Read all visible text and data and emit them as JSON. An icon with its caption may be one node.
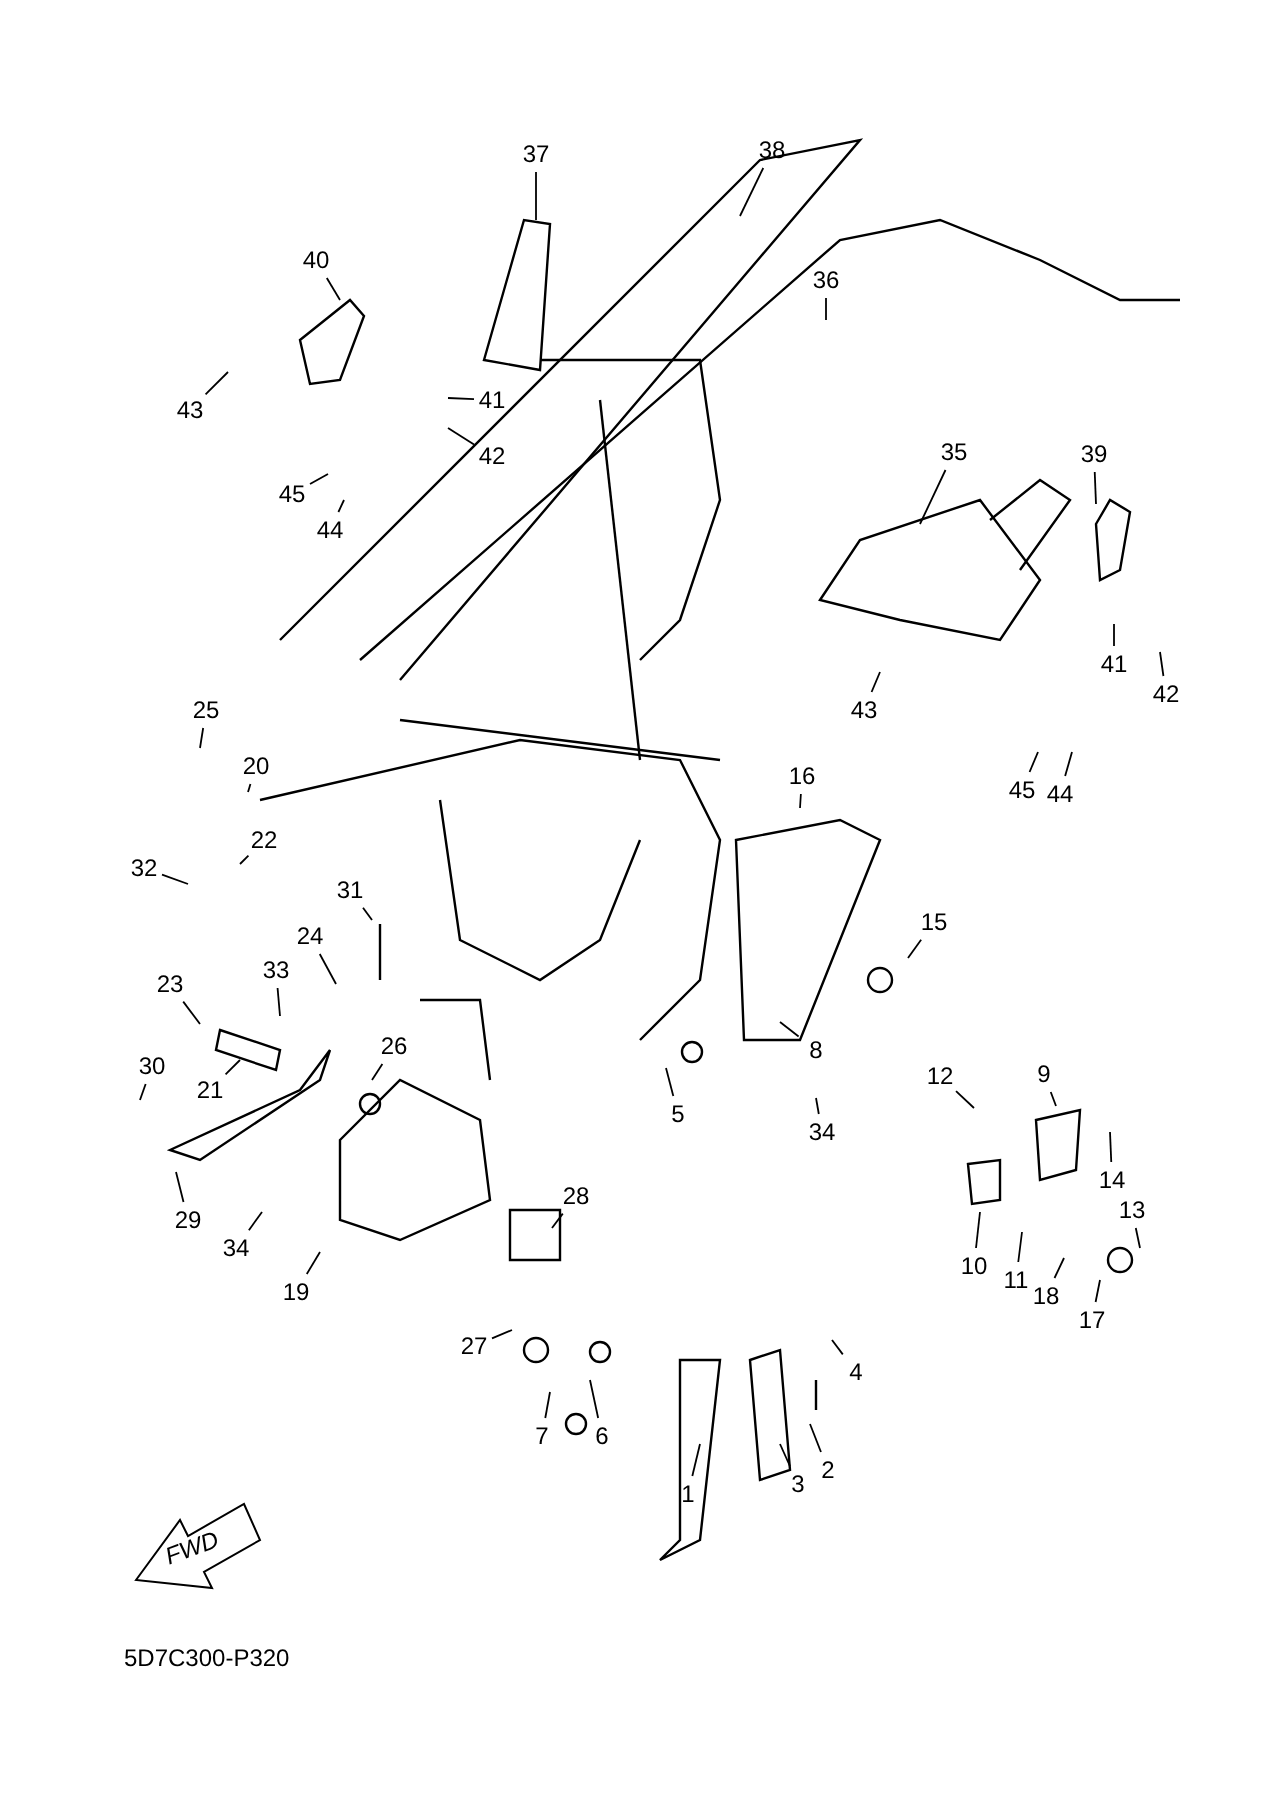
{
  "diagram": {
    "nodes": [
      {
        "text": [
          "37"
        ]
      },
      {
        "text": [
          "38"
        ]
      },
      {
        "text": [
          "40"
        ]
      },
      {
        "text": [
          "36"
        ]
      },
      {
        "text": [
          "43"
        ]
      },
      {
        "text": [
          "41"
        ]
      },
      {
        "text": [
          "42"
        ]
      },
      {
        "text": [
          "45"
        ]
      },
      {
        "text": [
          "44"
        ]
      },
      {
        "text": [
          "35"
        ]
      },
      {
        "text": [
          "39"
        ]
      },
      {
        "text": [
          "41"
        ]
      },
      {
        "text": [
          "42"
        ]
      },
      {
        "text": [
          "43"
        ]
      },
      {
        "text": [
          "45"
        ]
      },
      {
        "text": [
          "44"
        ]
      },
      {
        "text": [
          "25"
        ]
      },
      {
        "text": [
          "20"
        ]
      },
      {
        "text": [
          "22"
        ]
      },
      {
        "text": [
          "32"
        ]
      },
      {
        "text": [
          "31"
        ]
      },
      {
        "text": [
          "16"
        ]
      },
      {
        "text": [
          "15"
        ]
      },
      {
        "text": [
          "24"
        ]
      },
      {
        "text": [
          "33"
        ]
      },
      {
        "text": [
          "23"
        ]
      },
      {
        "text": [
          "12"
        ]
      },
      {
        "text": [
          "9"
        ]
      },
      {
        "text": [
          "26"
        ]
      },
      {
        "text": [
          "8"
        ]
      },
      {
        "text": [
          "21"
        ]
      },
      {
        "text": [
          "30"
        ]
      },
      {
        "text": [
          "5"
        ]
      },
      {
        "text": [
          "34"
        ]
      },
      {
        "text": [
          "14"
        ]
      },
      {
        "text": [
          "29"
        ]
      },
      {
        "text": [
          "13"
        ]
      },
      {
        "text": [
          "34"
        ]
      },
      {
        "text": [
          "28"
        ]
      },
      {
        "text": [
          "10"
        ]
      },
      {
        "text": [
          "11"
        ]
      },
      {
        "text": [
          "18"
        ]
      },
      {
        "text": [
          "17"
        ]
      },
      {
        "text": [
          "19"
        ]
      },
      {
        "text": [
          "27"
        ]
      },
      {
        "text": [
          "4"
        ]
      },
      {
        "text": [
          "7"
        ]
      },
      {
        "text": [
          "6"
        ]
      },
      {
        "text": [
          "2"
        ]
      },
      {
        "text": [
          "3"
        ]
      },
      {
        "text": [
          "1"
        ]
      }
    ],
    "edges": [
      {
        "from": 0,
        "to": null,
        "arrow": "none"
      },
      {
        "from": 1,
        "to": null,
        "arrow": "none"
      },
      {
        "from": 2,
        "to": null,
        "arrow": "none"
      },
      {
        "from": 3,
        "to": null,
        "arrow": "none"
      },
      {
        "from": 4,
        "to": null,
        "arrow": "none"
      },
      {
        "from": 5,
        "to": null,
        "arrow": "none"
      },
      {
        "from": 6,
        "to": null,
        "arrow": "none"
      },
      {
        "from": 7,
        "to": null,
        "arrow": "none"
      },
      {
        "from": 8,
        "to": null,
        "arrow": "none"
      },
      {
        "from": 9,
        "to": null,
        "arrow": "none"
      },
      {
        "from": 10,
        "to": null,
        "arrow": "none"
      },
      {
        "from": 11,
        "to": null,
        "arrow": "none"
      },
      {
        "from": 12,
        "to": null,
        "arrow": "none"
      },
      {
        "from": 13,
        "to": null,
        "arrow": "none"
      },
      {
        "from": 14,
        "to": null,
        "arrow": "none"
      },
      {
        "from": 15,
        "to": null,
        "arrow": "none"
      },
      {
        "from": 16,
        "to": null,
        "arrow": "none"
      },
      {
        "from": 17,
        "to": null,
        "arrow": "none"
      },
      {
        "from": 18,
        "to": null,
        "arrow": "none"
      },
      {
        "from": 19,
        "to": null,
        "arrow": "none"
      },
      {
        "from": 20,
        "to": null,
        "arrow": "none"
      },
      {
        "from": 21,
        "to": null,
        "arrow": "none"
      },
      {
        "from": 22,
        "to": null,
        "arrow": "none"
      },
      {
        "from": 23,
        "to": null,
        "arrow": "none"
      },
      {
        "from": 24,
        "to": null,
        "arrow": "none"
      },
      {
        "from": 25,
        "to": null,
        "arrow": "none"
      },
      {
        "from": 26,
        "to": null,
        "arrow": "none"
      },
      {
        "from": 27,
        "to": null,
        "arrow": "none"
      },
      {
        "from": 28,
        "to": null,
        "arrow": "none"
      },
      {
        "from": 29,
        "to": null,
        "arrow": "none"
      },
      {
        "from": 30,
        "to": null,
        "arrow": "none"
      },
      {
        "from": 31,
        "to": null,
        "arrow": "none"
      },
      {
        "from": 32,
        "to": null,
        "arrow": "none"
      },
      {
        "from": 33,
        "to": null,
        "arrow": "none"
      },
      {
        "from": 34,
        "to": null,
        "arrow": "none"
      },
      {
        "from": 35,
        "to": null,
        "arrow": "none"
      },
      {
        "from": 36,
        "to": null,
        "arrow": "none"
      },
      {
        "from": 37,
        "to": null,
        "arrow": "none"
      },
      {
        "from": 38,
        "to": null,
        "arrow": "none"
      },
      {
        "from": 39,
        "to": null,
        "arrow": "none"
      },
      {
        "from": 40,
        "to": null,
        "arrow": "none"
      },
      {
        "from": 41,
        "to": null,
        "arrow": "none"
      },
      {
        "from": 42,
        "to": null,
        "arrow": "none"
      },
      {
        "from": 43,
        "to": null,
        "arrow": "none"
      },
      {
        "from": 44,
        "to": null,
        "arrow": "none"
      },
      {
        "from": 45,
        "to": null,
        "arrow": "none"
      },
      {
        "from": 46,
        "to": null,
        "arrow": "none"
      },
      {
        "from": 47,
        "to": null,
        "arrow": "none"
      },
      {
        "from": 48,
        "to": null,
        "arrow": "none"
      },
      {
        "from": 49,
        "to": null,
        "arrow": "none"
      },
      {
        "from": 50,
        "to": null,
        "arrow": "none"
      }
    ],
    "labels": [
      "FWD",
      "5D7C300-P320"
    ]
  }
}
